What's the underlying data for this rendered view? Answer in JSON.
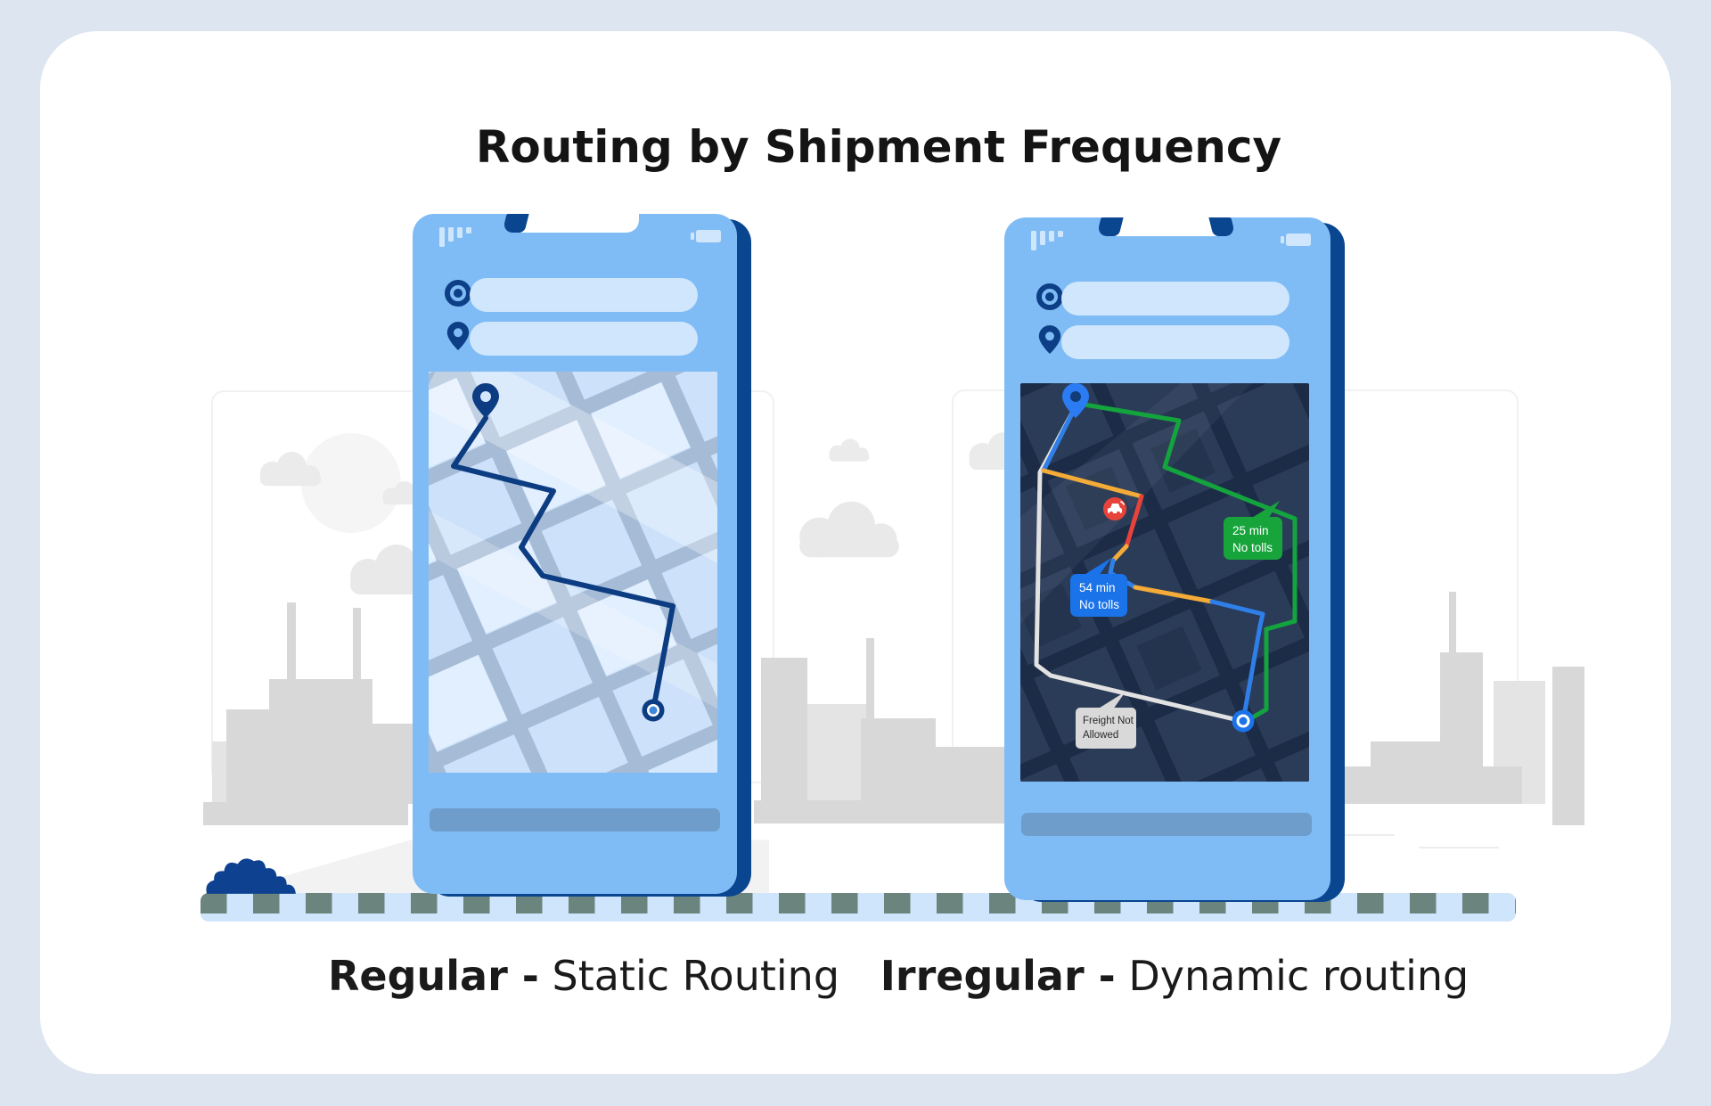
{
  "title": "Routing by Shipment Frequency",
  "legend": {
    "left": {
      "bold": "Regular -",
      "text": " Static Routing"
    },
    "right": {
      "bold": "Irregular -",
      "text": " Dynamic routing"
    }
  },
  "badges": {
    "fast": {
      "line1": "25 min",
      "line2": "No tolls",
      "color": "#17a53b"
    },
    "slow": {
      "line1": "54 min",
      "line2": "No tolls",
      "color": "#1a73e8"
    },
    "restriction": {
      "line1": "Freight Not",
      "line2": "Allowed",
      "color": "#d9d9d9"
    }
  },
  "colors": {
    "phone_body": "#7fbcf5",
    "phone_edge": "#0a458f",
    "input_pill": "#cfe6fc",
    "static_map_bg": "#d5e7fc",
    "static_route": "#0c3c82",
    "dynamic_map_bg": "#1c2c47",
    "route_fast_green": "#13a43e",
    "route_blue": "#2f7fe8",
    "traffic_moderate_yellow": "#f4ab37",
    "traffic_heavy_red": "#e8433a",
    "route_alt_white": "#e2e2e2",
    "ground_tile_dark": "#6b847e",
    "ground_tile_light": "#cfe5fb"
  },
  "icons": {
    "status": [
      "signal-bars-icon",
      "battery-icon"
    ],
    "inputs": [
      "origin-target-icon",
      "destination-pin-icon"
    ],
    "map": [
      "origin-pin-icon",
      "destination-ring-icon",
      "traffic-jam-icon"
    ]
  }
}
